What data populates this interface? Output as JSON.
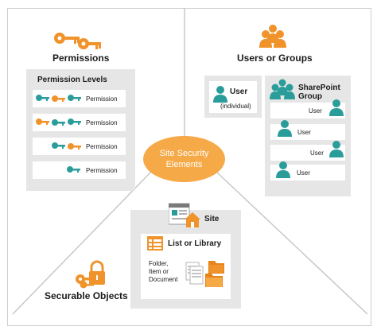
{
  "colors": {
    "orange": "#f0932b",
    "teal": "#2a9d9b",
    "panel": "#e6e6e6",
    "frame": "#cfcfcf"
  },
  "center": {
    "line1": "Site Security",
    "line2": "Elements"
  },
  "permissions": {
    "title": "Permissions",
    "levels_title": "Permission Levels",
    "rows": [
      {
        "label": "Permission",
        "icons": [
          "teal-key-icon",
          "orange-key-icon",
          "teal-key-icon"
        ]
      },
      {
        "label": "Permission",
        "icons": [
          "orange-key-icon",
          "teal-key-icon",
          "teal-key-icon"
        ]
      },
      {
        "label": "Permission",
        "icons": [
          "teal-key-icon",
          "orange-key-icon"
        ]
      },
      {
        "label": "Permission",
        "icons": [
          "teal-key-icon"
        ]
      }
    ]
  },
  "users_groups": {
    "title": "Users or Groups",
    "user": {
      "label": "User",
      "sublabel": "(individual)"
    },
    "group": {
      "label_line1": "SharePoint",
      "label_line2": "Group",
      "members": [
        "User",
        "User",
        "User",
        "User"
      ]
    }
  },
  "securable": {
    "title": "Securable Objects",
    "site_label": "Site",
    "list_label": "List or Library",
    "items_line1": "Folder,",
    "items_line2": "Item or",
    "items_line3": "Document"
  }
}
